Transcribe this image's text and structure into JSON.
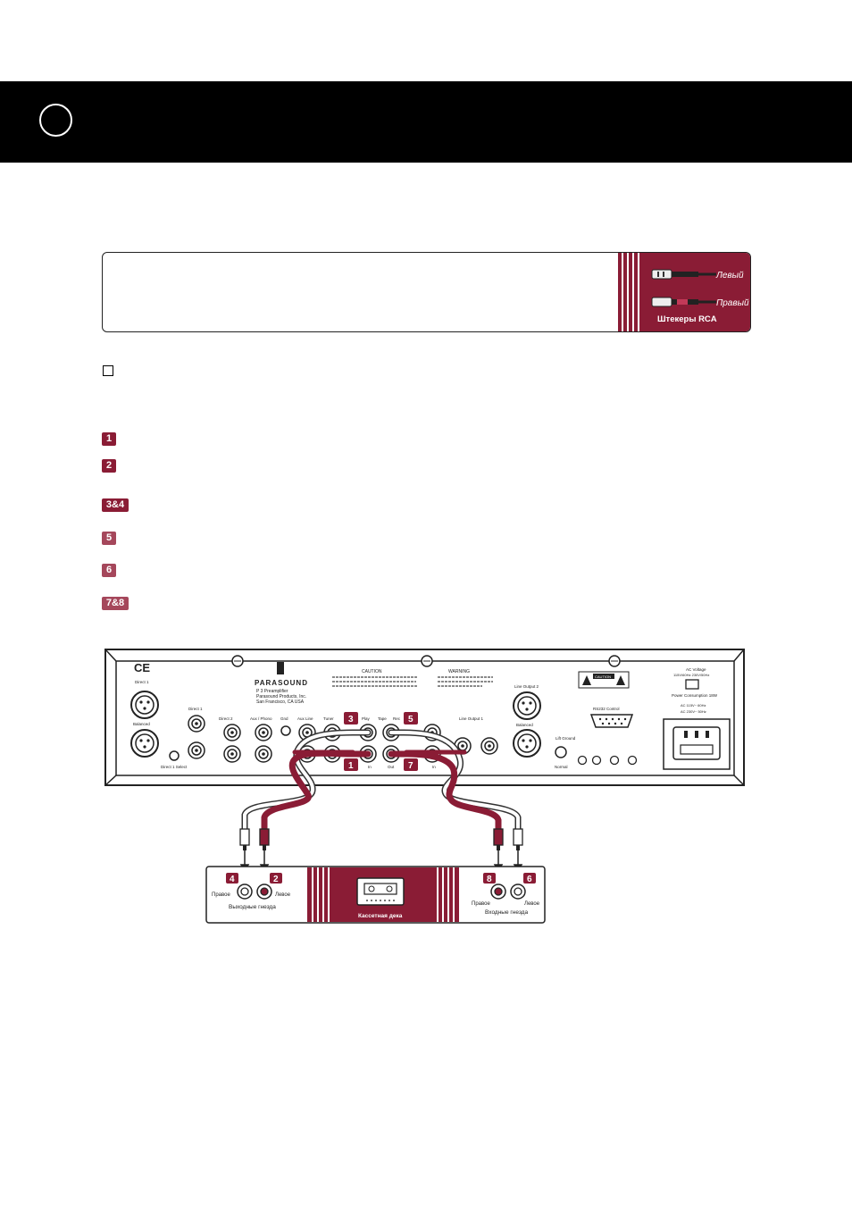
{
  "note": {
    "plug_left_label": "Левый",
    "plug_right_label": "Правый",
    "plugs_caption": "Штекеры RCA"
  },
  "steps": [
    {
      "label": "1"
    },
    {
      "label": "2"
    },
    {
      "label": "3&4"
    },
    {
      "label": "5"
    },
    {
      "label": "6"
    },
    {
      "label": "7&8"
    }
  ],
  "preamp": {
    "brand": "PARASOUND",
    "model": "P 3 Preamplifier",
    "company": "Parasound Products, Inc.",
    "city": "San Francisco,  CA USA",
    "ce_mark": "CE",
    "caution_title": "CAUTION",
    "warning_title": "WARNING",
    "inputs": {
      "direct1": "Direct 1",
      "direct2": "Direct 2",
      "aux_phono": "Aux / Phono",
      "gnd": "Gnd",
      "aux_line": "Aux Line",
      "tuner": "Tuner",
      "play": "Play",
      "tape": "Tape",
      "rec": "Rec",
      "line_output1": "Line Output 1",
      "line_output2": "Line Output 2",
      "balanced": "Balanced",
      "rs232": "RS232 Control",
      "lift_ground": "Lift Ground",
      "normal": "Normal",
      "direct1_select": "Direct 1 Select",
      "in": "In",
      "out": "Out",
      "power_consumption": "Power Consumption 18W",
      "ac_voltage": "AC Voltage",
      "voltage_options": "115V/60Hz   230V/50Hz",
      "ac115": "AC 115V~ 60Hz",
      "ac230": "AC 230V~ 50Hz",
      "caution_label": "CAUTION"
    },
    "callouts": [
      "3",
      "5",
      "1",
      "7"
    ]
  },
  "deck": {
    "badge_left_outer": "4",
    "badge_left_inner": "2",
    "badge_right_inner": "8",
    "badge_right_outer": "6",
    "right_label_left": "Правое",
    "left_label_left": "Левое",
    "outputs_label": "Выходные гнезда",
    "right_label_right": "Правое",
    "left_label_right": "Левое",
    "inputs_label": "Входные гнезда",
    "deck_title": "Кассетная дека"
  },
  "colors": {
    "accent": "#8a1c35",
    "accent_light": "#a5475b",
    "header": "#000000"
  }
}
